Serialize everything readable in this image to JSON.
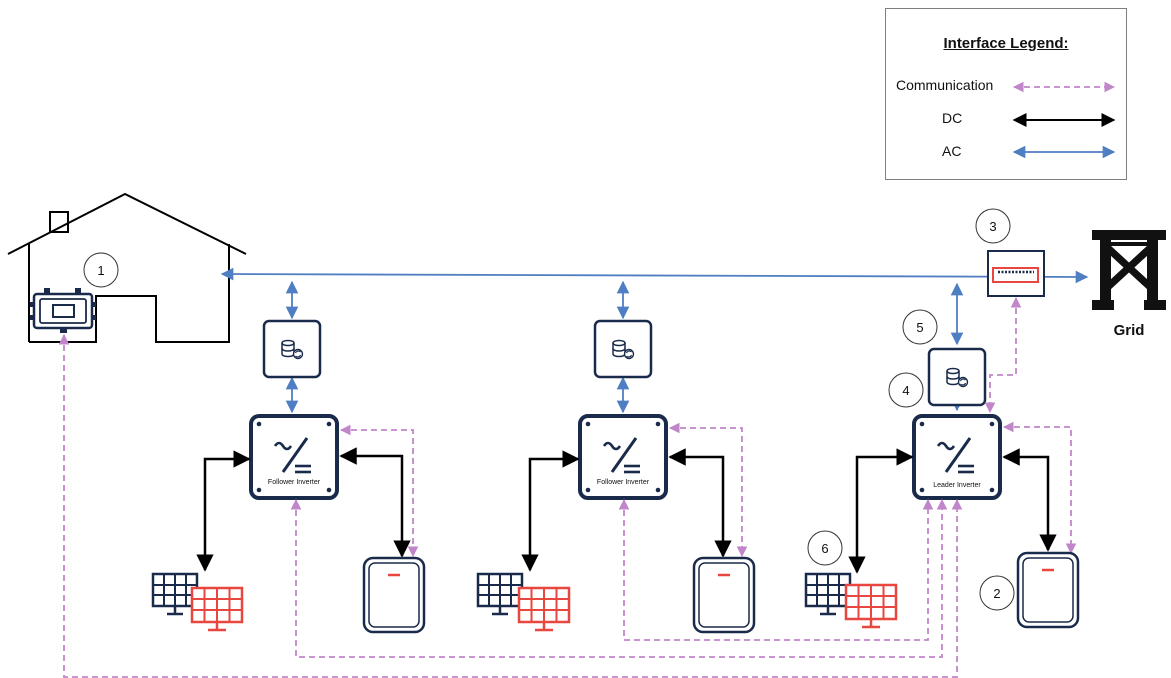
{
  "legend": {
    "title": "Interface Legend:",
    "items": [
      {
        "label": "Communication",
        "color": "#c186c9",
        "style": "dashed"
      },
      {
        "label": "DC",
        "color": "#000000",
        "style": "solid"
      },
      {
        "label": "AC",
        "color": "#4f7ec2",
        "style": "solid"
      }
    ]
  },
  "grid_label": "Grid",
  "inverters": [
    {
      "label": "Follower Inverter"
    },
    {
      "label": "Follower Inverter"
    },
    {
      "label": "Leader Inverter"
    }
  ],
  "markers": [
    "1",
    "2",
    "3",
    "4",
    "5",
    "6"
  ],
  "colors": {
    "ac": "#4f7ec2",
    "dc": "#000000",
    "comm": "#c186c9",
    "navy": "#1a2a4a",
    "solar_red": "#e8473f"
  }
}
